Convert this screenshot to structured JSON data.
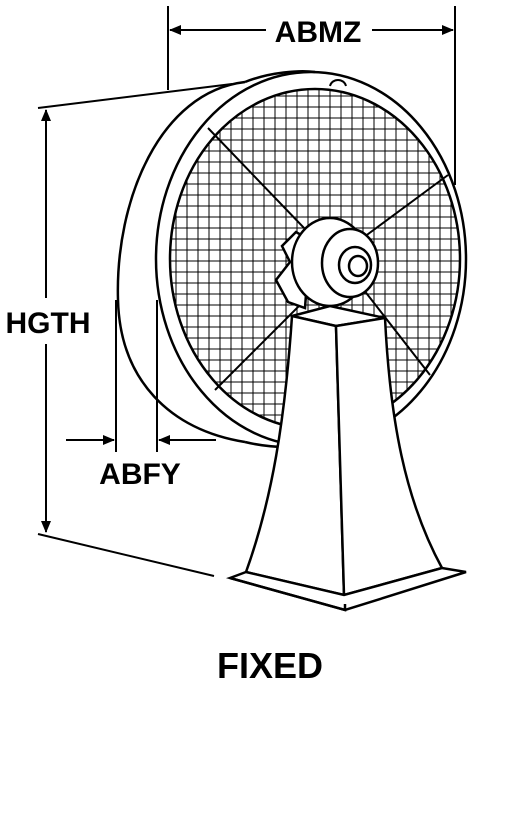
{
  "dimensions": {
    "width_label": "ABMZ",
    "height_label": "HGTH",
    "depth_label": "ABFY"
  },
  "caption": "FIXED",
  "colors": {
    "line": "#000000",
    "background": "#ffffff"
  }
}
